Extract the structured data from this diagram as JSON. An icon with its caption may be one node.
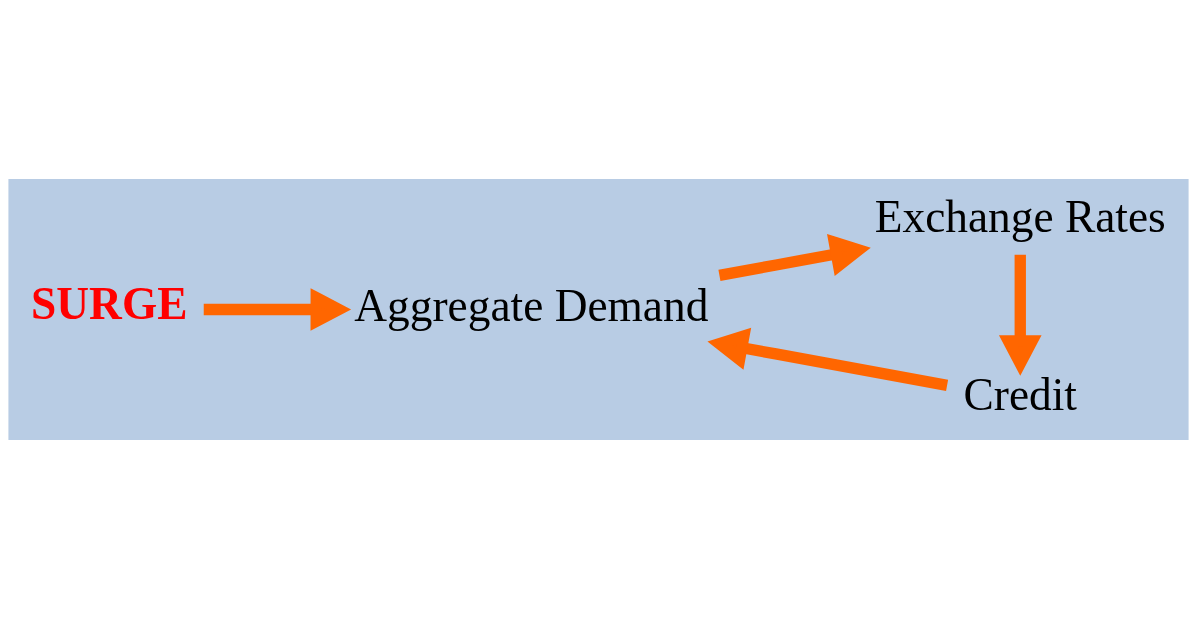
{
  "diagram": {
    "nodes": [
      {
        "text": [
          "SURGE"
        ]
      },
      {
        "text": [
          "Aggregate Demand"
        ]
      },
      {
        "text": [
          "Exchange Rates"
        ]
      },
      {
        "text": [
          "Credit"
        ]
      }
    ],
    "edges": [
      {
        "from": 0,
        "to": 1,
        "arrow": "to"
      },
      {
        "from": 1,
        "to": 2,
        "arrow": "to"
      },
      {
        "from": 2,
        "to": 3,
        "arrow": "to"
      },
      {
        "from": 3,
        "to": 1,
        "arrow": "to"
      }
    ]
  }
}
